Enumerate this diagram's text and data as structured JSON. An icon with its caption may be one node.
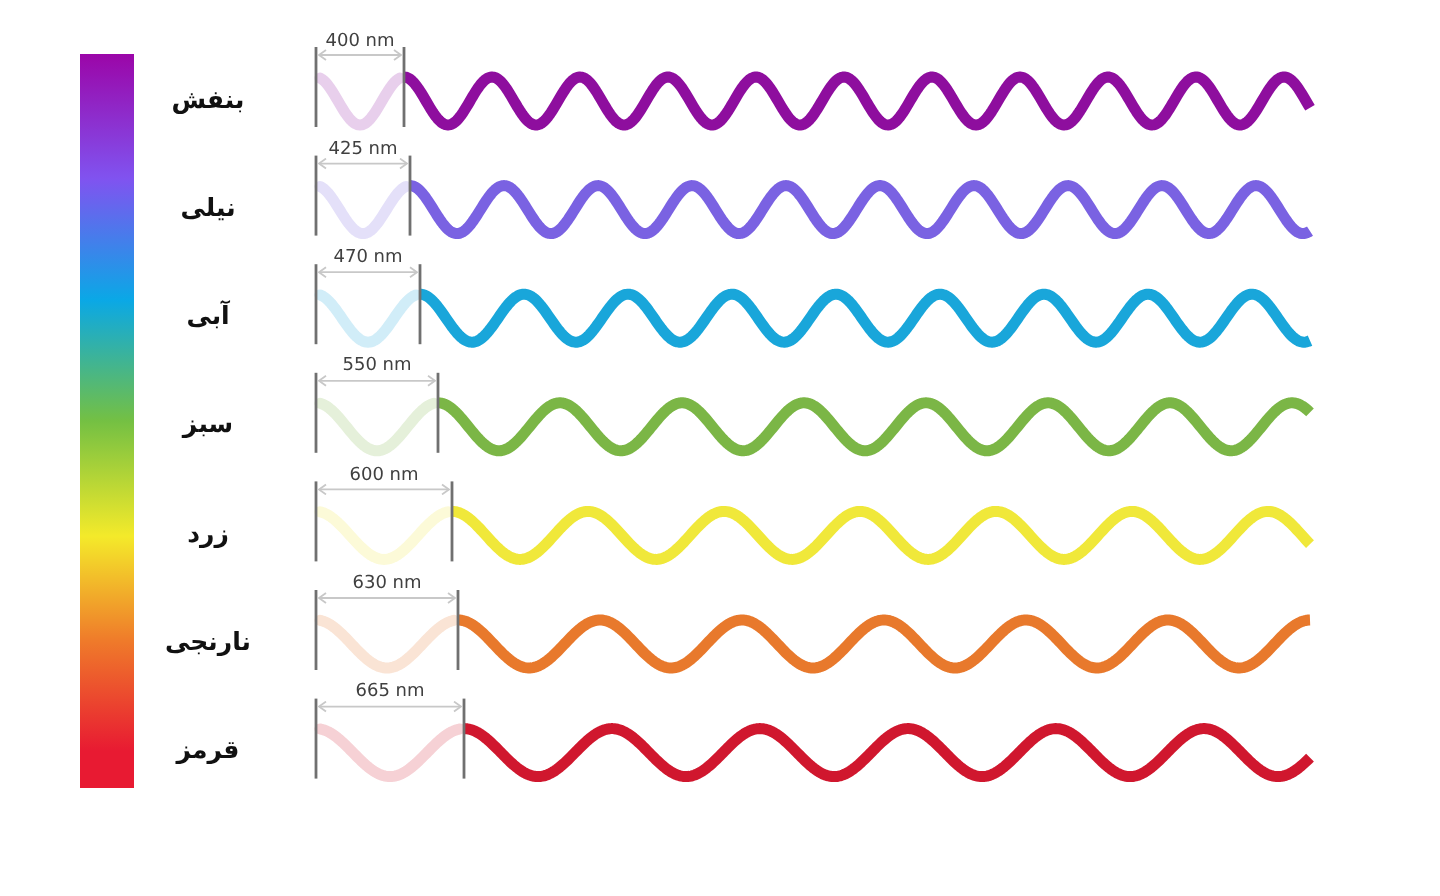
{
  "diagram": {
    "nodes": [
      {
        "text": [],
        "shape": "bar"
      }
    ],
    "labels": [
      "400 nm",
      "بنفش",
      "425 nm",
      "نیلی",
      "470 nm",
      "آبی",
      "550 nm",
      "سبز",
      "600 nm",
      "زرد",
      "630 nm",
      "نارنجی",
      "665 nm",
      "قرمز"
    ]
  }
}
